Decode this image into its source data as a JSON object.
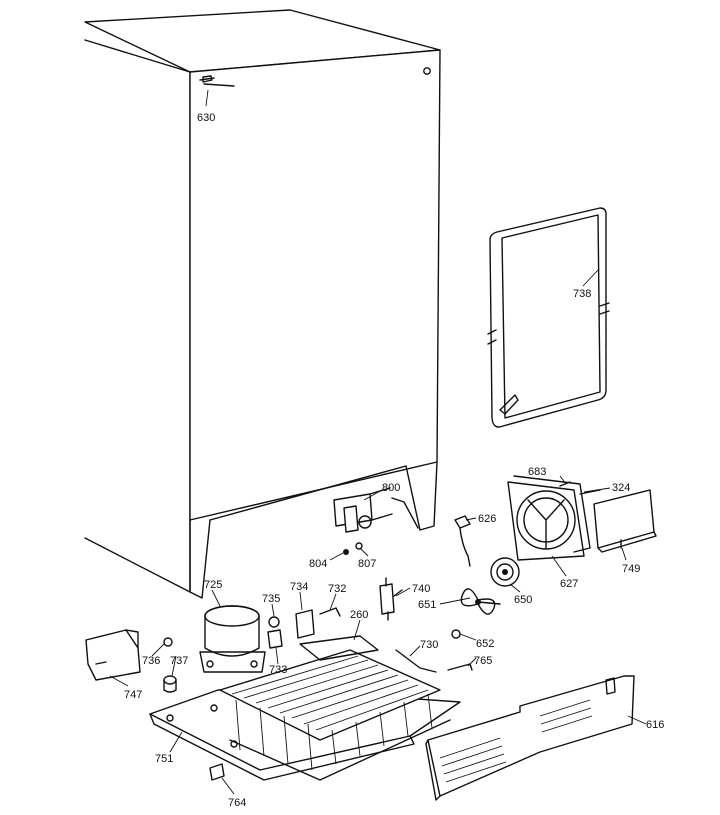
{
  "parts": [
    {
      "id": "630",
      "label": "630"
    },
    {
      "id": "738",
      "label": "738"
    },
    {
      "id": "683",
      "label": "683"
    },
    {
      "id": "324",
      "label": "324"
    },
    {
      "id": "800",
      "label": "800"
    },
    {
      "id": "626",
      "label": "626"
    },
    {
      "id": "749",
      "label": "749"
    },
    {
      "id": "627",
      "label": "627"
    },
    {
      "id": "804",
      "label": "804"
    },
    {
      "id": "807",
      "label": "807"
    },
    {
      "id": "650",
      "label": "650"
    },
    {
      "id": "725",
      "label": "725"
    },
    {
      "id": "734",
      "label": "734"
    },
    {
      "id": "732",
      "label": "732"
    },
    {
      "id": "740",
      "label": "740"
    },
    {
      "id": "735",
      "label": "735"
    },
    {
      "id": "651",
      "label": "651"
    },
    {
      "id": "260",
      "label": "260"
    },
    {
      "id": "730",
      "label": "730"
    },
    {
      "id": "652",
      "label": "652"
    },
    {
      "id": "736",
      "label": "736"
    },
    {
      "id": "737",
      "label": "737"
    },
    {
      "id": "733",
      "label": "733"
    },
    {
      "id": "765",
      "label": "765"
    },
    {
      "id": "747",
      "label": "747"
    },
    {
      "id": "616",
      "label": "616"
    },
    {
      "id": "751",
      "label": "751"
    },
    {
      "id": "764",
      "label": "764"
    }
  ]
}
